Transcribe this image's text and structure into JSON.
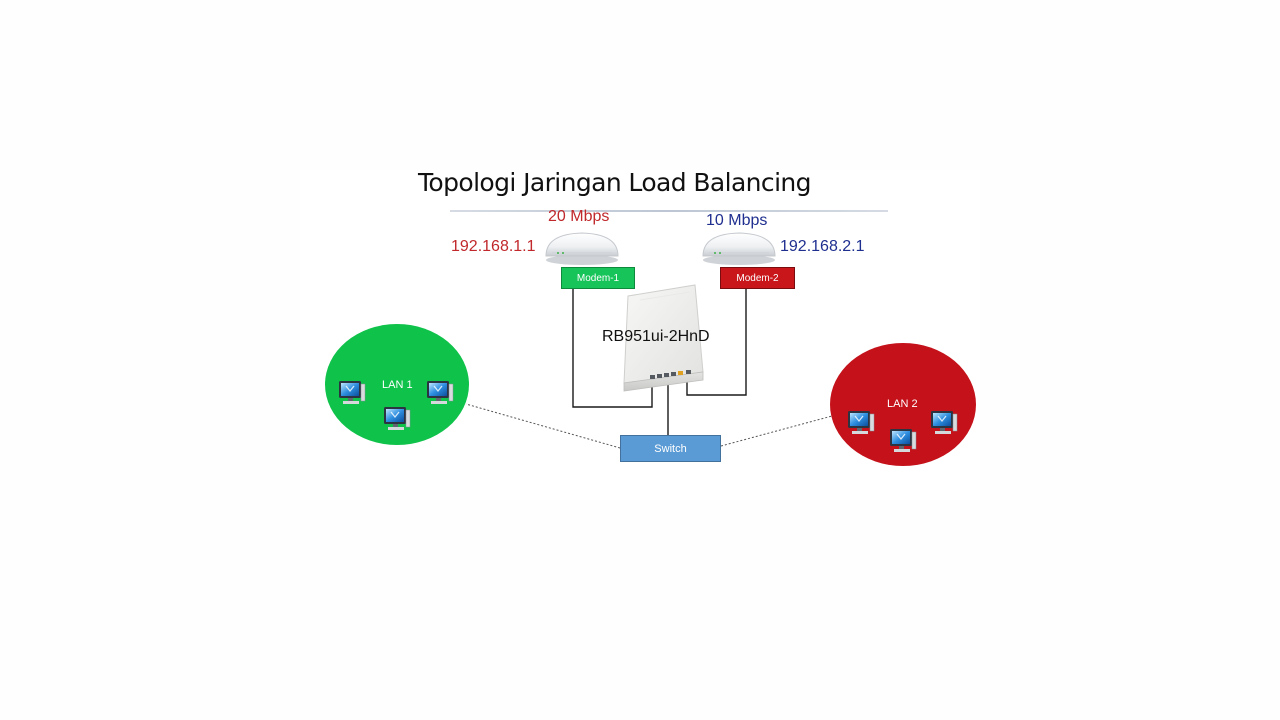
{
  "title": "Topologi Jaringan Load Balancing",
  "isp1": {
    "speed": "20 Mbps",
    "ip": "192.168.1.1",
    "modem_label": "Modem-1",
    "color": "#c0282b"
  },
  "isp2": {
    "speed": "10 Mbps",
    "ip": "192.168.2.1",
    "modem_label": "Modem-2",
    "color": "#1f2f8f"
  },
  "router": {
    "label": "RB951ui-2HnD"
  },
  "switch": {
    "label": "Switch",
    "color": "#5b9bd5"
  },
  "lan1": {
    "label": "LAN 1",
    "color": "#0fc24a"
  },
  "lan2": {
    "label": "LAN 2",
    "color": "#c4111a"
  },
  "icons": [
    "modem-icon",
    "router-icon",
    "computer-icon"
  ]
}
